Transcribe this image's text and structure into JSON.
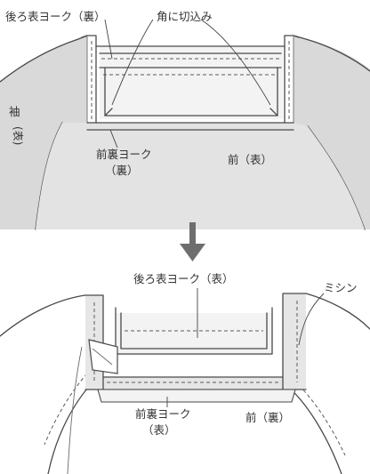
{
  "top_panel": {
    "label_back_yoke": "後ろ表ヨーク（裏）",
    "label_corner_clip": "角に切込み",
    "label_sleeve": "袖",
    "label_sleeve_side": "(表)",
    "label_front_yoke_line1": "前裏ヨーク",
    "label_front_yoke_line2": "（裏）",
    "label_front": "前（表）"
  },
  "arrow": {
    "icon": "down-arrow-icon"
  },
  "bottom_panel": {
    "label_back_yoke": "後ろ表ヨーク（表）",
    "label_stitch": "ミシン",
    "label_front_yoke_line1": "前裏ヨーク",
    "label_front_yoke_line2": "（表）",
    "label_front": "前（裏）"
  },
  "colors": {
    "panel_gray": "#d9d9d9",
    "paper": "#ffffff",
    "ink": "#4a4a4a",
    "fabric_light": "#f3f3f3",
    "fabric_mid": "#e6e6e6",
    "arrow": "#6e6e6e"
  }
}
